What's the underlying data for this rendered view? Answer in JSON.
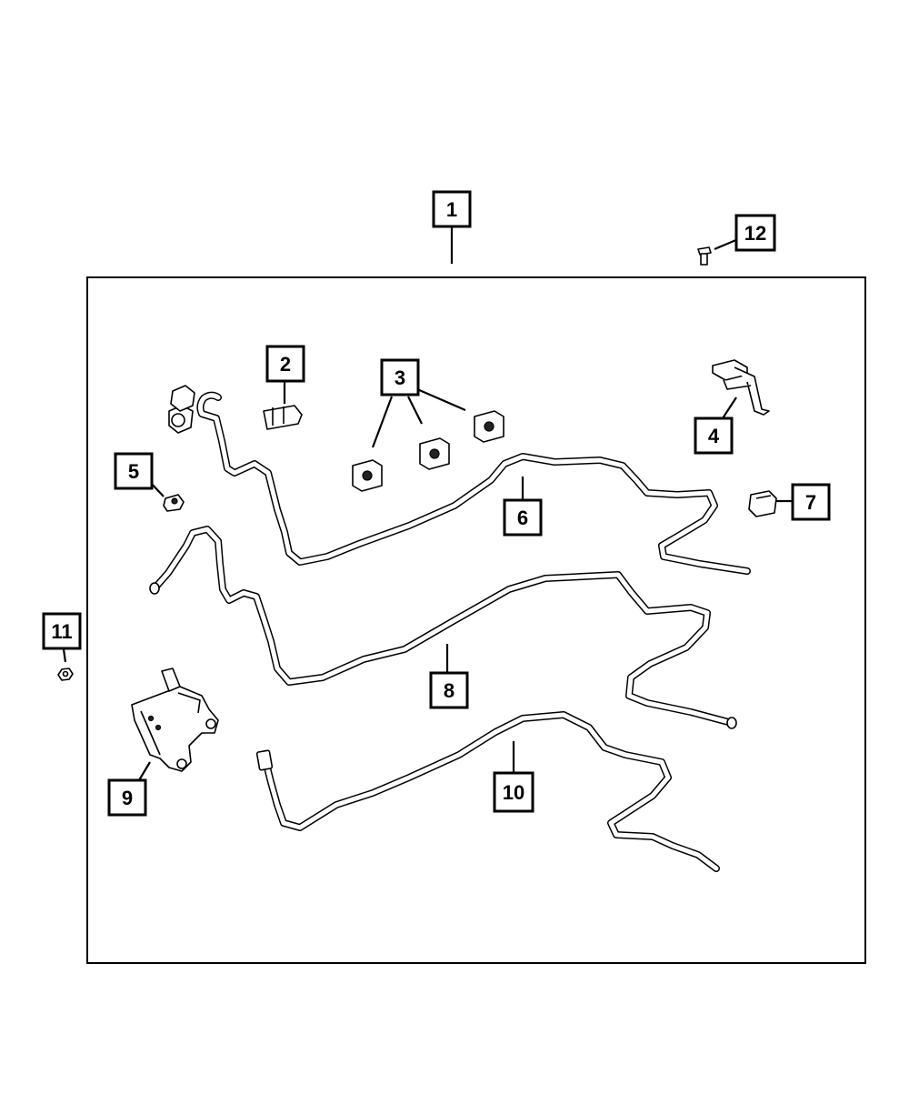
{
  "diagram": {
    "callouts": [
      {
        "id": "c1",
        "label": "1"
      },
      {
        "id": "c2",
        "label": "2"
      },
      {
        "id": "c3",
        "label": "3"
      },
      {
        "id": "c4",
        "label": "4"
      },
      {
        "id": "c5",
        "label": "5"
      },
      {
        "id": "c6",
        "label": "6"
      },
      {
        "id": "c7",
        "label": "7"
      },
      {
        "id": "c8",
        "label": "8"
      },
      {
        "id": "c9",
        "label": "9"
      },
      {
        "id": "c10",
        "label": "10"
      },
      {
        "id": "c11",
        "label": "11"
      },
      {
        "id": "c12",
        "label": "12"
      }
    ]
  },
  "colors": {
    "line": "#000000",
    "background": "#ffffff"
  }
}
